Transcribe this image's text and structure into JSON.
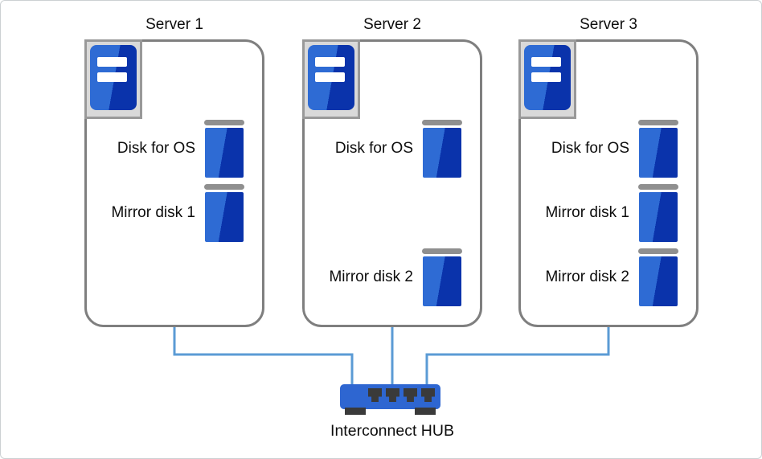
{
  "servers": [
    {
      "title": "Server 1",
      "disks": [
        {
          "label": "Disk for OS",
          "row": 0
        },
        {
          "label": "Mirror disk 1",
          "row": 1
        }
      ]
    },
    {
      "title": "Server 2",
      "disks": [
        {
          "label": "Disk for OS",
          "row": 0
        },
        {
          "label": "Mirror disk 2",
          "row": 2
        }
      ]
    },
    {
      "title": "Server 3",
      "disks": [
        {
          "label": "Disk for OS",
          "row": 0
        },
        {
          "label": "Mirror disk 1",
          "row": 1
        },
        {
          "label": "Mirror disk 2",
          "row": 2
        }
      ]
    }
  ],
  "hub": {
    "label": "Interconnect HUB",
    "port_count": 4
  },
  "icons": {
    "server": "server-tower-icon",
    "disk": "disk-icon",
    "hub": "network-hub-icon"
  },
  "colors": {
    "connector-blue": "#5b9bd5",
    "box-border-gray": "#7f7f7f",
    "disk-light-blue": "#2e6bd4",
    "disk-dark-blue": "#0a33ab",
    "disk-cap-gray": "#8f8f8f",
    "hub-blue": "#2e66d1",
    "port-dark": "#3a3a3a",
    "icon-frame-gray": "#d9d9d9",
    "icon-frame-border": "#999999",
    "text-black": "#0d0d0d"
  }
}
